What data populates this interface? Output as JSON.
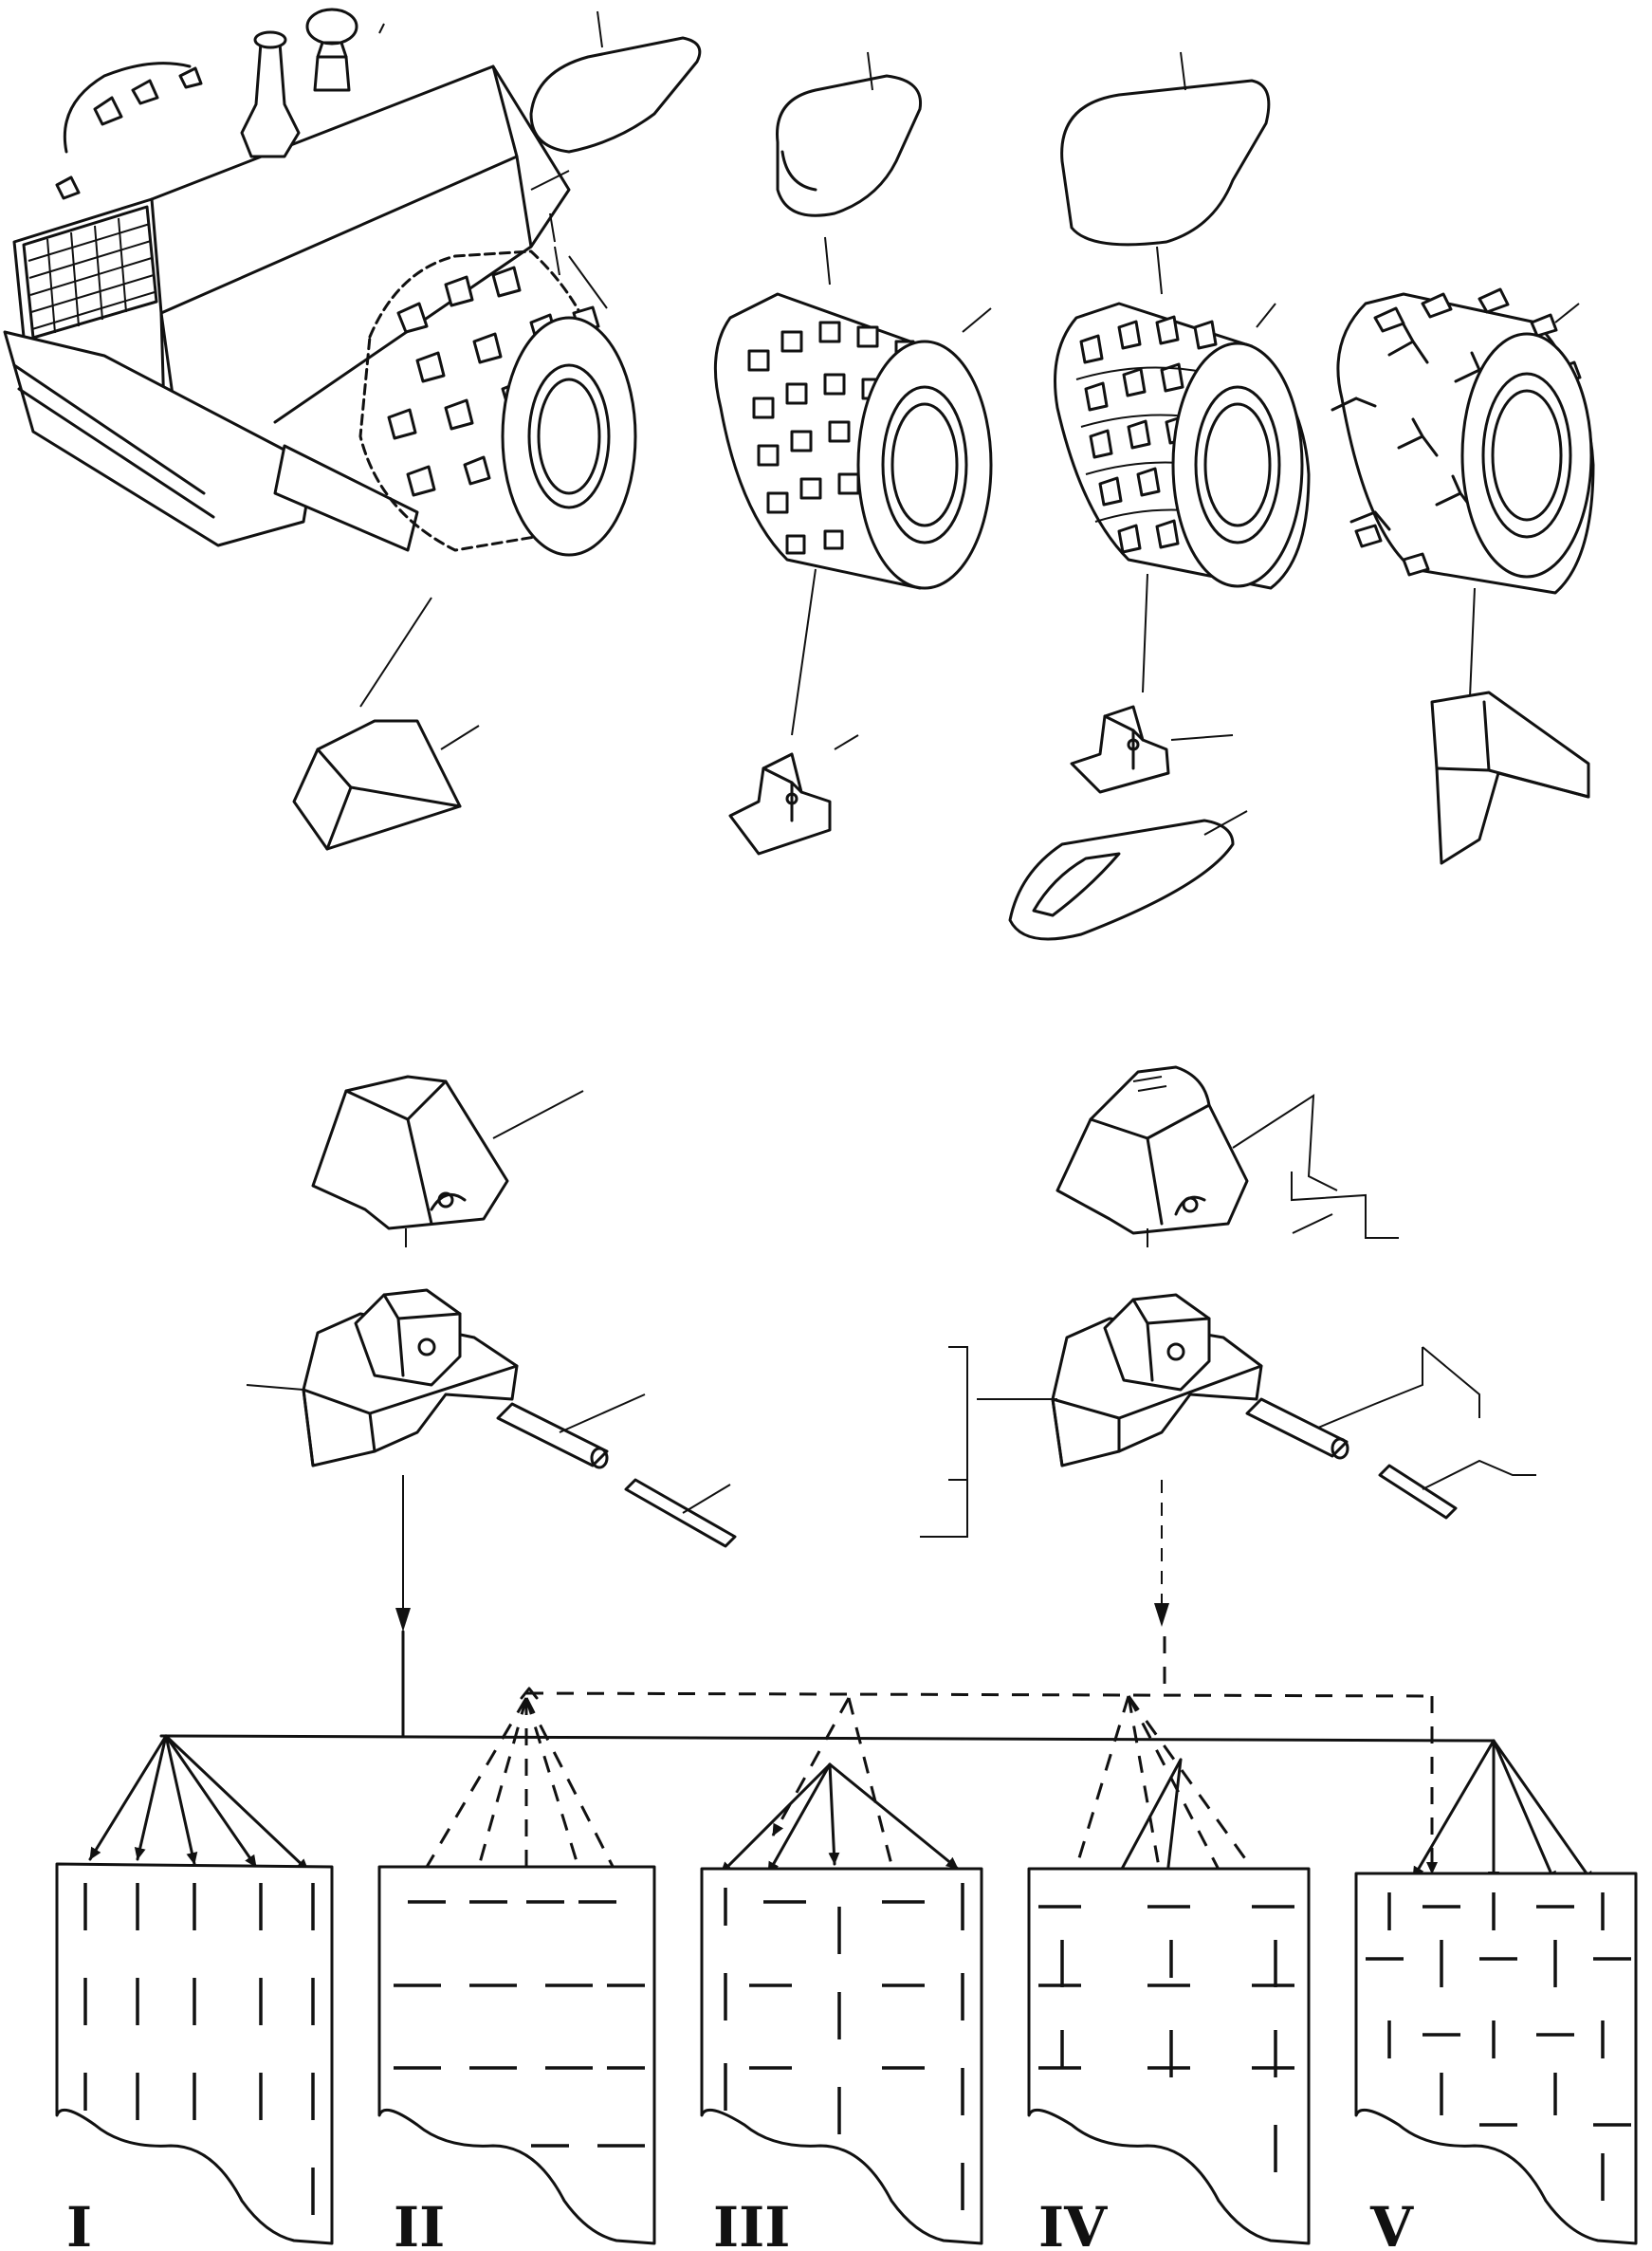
{
  "arrangement_labels": [
    "I",
    "II",
    "III",
    "IV",
    "V"
  ],
  "colors": {
    "ink": "#111111",
    "paper": "#ffffff"
  }
}
